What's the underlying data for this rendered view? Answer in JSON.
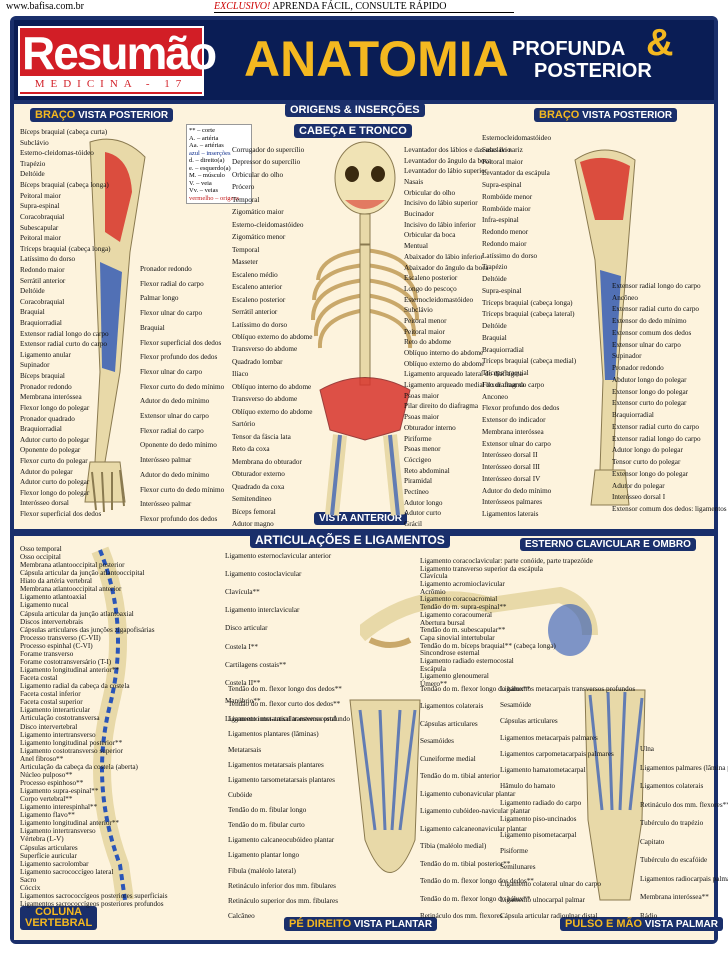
{
  "top": {
    "site": "www.bafisa.com.br",
    "exclusive": "EXCLUSIVO!",
    "slogan": " APRENDA FÁCIL, CONSULTE RÁPIDO"
  },
  "header": {
    "brand": "Resumão",
    "sub": "MEDICINA - 17",
    "title": "ANATOMIA",
    "sub1": "PROFUNDA",
    "amp": "&",
    "sub2": "POSTERIOR"
  },
  "tags": {
    "braco_post_a": "BRAÇO",
    "braco_post_b": " VISTA POSTERIOR",
    "origens": "ORIGENS & INSERÇÕES",
    "cabeca": "CABEÇA E TRONCO",
    "braco_post2_a": "BRAÇO",
    "braco_post2_b": " VISTA POSTERIOR",
    "vista_anterior": "VISTA ANTERIOR",
    "articulacoes": "ARTICULAÇÕES E LIGAMENTOS",
    "esterno": "ESTERNO CLAVICULAR E OMBRO",
    "coluna1": "COLUNA",
    "coluna2": "VERTEBRAL",
    "pe_a": "PÉ DIREITO",
    "pe_b": " VISTA PLANTAR",
    "pulso_a": "PULSO E MÃO",
    "pulso_b": " VISTA PALMAR"
  },
  "legend": [
    "** – corte",
    "A. – artéria",
    "Aa. – artérias",
    "azul – inserções",
    "d. – direito(a)",
    "e. – esquerdo(a)",
    "M. – músculo",
    "V. – veia",
    "Vv. – veias",
    "vermelho – origens"
  ],
  "labels": [
    "Bíceps braquial (cabeça curta)",
    "Subclávio",
    "Esterno-cleidomas-tóideo",
    "Trapézio",
    "Deltóide",
    "Bíceps braquial (cabeça longa)",
    "Peitoral maior",
    "Supra-espinal",
    "Coracobraquial",
    "Subescapular",
    "Peitoral maior",
    "Tríceps braquial (cabeça longa)",
    "Latíssimo do dorso",
    "Redondo maior",
    "Serrátil anterior",
    "Deltóide",
    "Coracobraquial",
    "Braquial",
    "Braquiorradial",
    "Extensor radial longo do carpo",
    "Extensor radial curto do carpo",
    "Ligamento anular",
    "Supinador",
    "Bíceps braquial",
    "Pronador redondo",
    "Membrana interóssea",
    "Flexor longo do polegar",
    "Pronador quadrado",
    "Braquiorradial",
    "Adutor curto do polegar",
    "Oponente do polegar",
    "Flexor curto do polegar",
    "Adutor do polegar",
    "Adutor curto do polegar",
    "Flexor longo do polegar",
    "Interósseo dorsal",
    "Flexor superficial dos dedos",
    "Pronador redondo",
    "Flexor radial do carpo",
    "Palmar longo",
    "Flexor ulnar do carpo",
    "Braquial",
    "Flexor superficial dos dedos",
    "Flexor profundo dos dedos",
    "Flexor ulnar do carpo",
    "Flexor curto do dedo mínimo",
    "Adutor do dedo mínimo",
    "Extensor ulnar do carpo",
    "Flexor radial do carpo",
    "Oponente do dedo mínimo",
    "Interósseo palmar",
    "Adutor do dedo mínimo",
    "Flexor curto do dedo mínimo",
    "Interósseo palmar",
    "Flexor profundo dos dedos",
    "Corrugador do supercílio",
    "Depressor do supercílio",
    "Orbicular do olho",
    "Prócero",
    "Temporal",
    "Zigomático maior",
    "Esterno-cleidomastóideo",
    "Zigomático menor",
    "Temporal",
    "Masseter",
    "Escaleno médio",
    "Escaleno anterior",
    "Escaleno posterior",
    "Serrátil anterior",
    "Latíssimo do dorso",
    "Oblíquo externo do abdome",
    "Transverso do abdome",
    "Quadrado lombar",
    "Ilíaco",
    "Oblíquo interno do abdome",
    "Transverso do abdome",
    "Oblíquo externo do abdome",
    "Sartório",
    "Tensor da fáscia lata",
    "Reto da coxa",
    "Membrana do obturador",
    "Obturador externo",
    "Quadrado da coxa",
    "Semitendíneo",
    "Bíceps femoral",
    "Adutor magno",
    "Levantador dos lábios e das asas do nariz",
    "Levantador do ângulo da boca",
    "Levantador do lábio superior",
    "Nasais",
    "Orbicular do olho",
    "Incisivo do lábio superior",
    "Bucinador",
    "Incisivo do lábio inferior",
    "Orbicular da boca",
    "Mentual",
    "Abaixador do lábio inferior",
    "Abaixador do ângulo da boca",
    "Escaleno posterior",
    "Longo do pescoço",
    "Esternocleidomastóideo",
    "Subclávio",
    "Peitoral menor",
    "Peitoral maior",
    "Reto do abdome",
    "Oblíquo interno do abdome",
    "Oblíquo externo do abdome",
    "Ligamento arqueado lateral do diafragma",
    "Ligamento arqueado medial do diafragma",
    "Psoas maior",
    "Pilar direito do diafragma",
    "Psoas maior",
    "Obturador interno",
    "Piriforme",
    "Psoas menor",
    "Cóccigeo",
    "Reto abdominal",
    "Piramidal",
    "Pectíneo",
    "Adutor longo",
    "Adutor curto",
    "Grácil",
    "Esternocleidomastóideo",
    "Subclávio",
    "Peitoral maior",
    "Levantador da escápula",
    "Supra-espinal",
    "Rombóide menor",
    "Rombóide maior",
    "Infra-espinal",
    "Redondo menor",
    "Redondo maior",
    "Latíssimo do dorso",
    "Trapézio",
    "Deltóide",
    "Supra-espinal",
    "Tríceps braquial (cabeça longa)",
    "Tríceps braquial (cabeça lateral)",
    "Deltóide",
    "Braquial",
    "Braquiorradial",
    "Tríceps braquial (cabeça medial)",
    "Tríceps braquial",
    "Flexor ulnar do carpo",
    "Anconeo",
    "Flexor profundo dos dedos",
    "Extensor do indicador",
    "Membrana interóssea",
    "Extensor ulnar do carpo",
    "Interósseo dorsal II",
    "Interósseo dorsal III",
    "Interósseo dorsal IV",
    "Adutor do dedo mínimo",
    "Interósseos palmares",
    "Ligamentos laterais",
    "Extensor radial longo do carpo",
    "Ancôneo",
    "Extensor radial curto do carpo",
    "Extensor do dedo mínimo",
    "Extensor comum dos dedos",
    "Extensor ulnar do carpo",
    "Supinador",
    "Pronador redondo",
    "Abdutor longo do polegar",
    "Extensor longo do polegar",
    "Extensor curto do polegar",
    "Braquiorradial",
    "Extensor radial curto do carpo",
    "Extensor radial longo do carpo",
    "Adutor longo do polegar",
    "Tensor curto do polegar",
    "Extensor longo do polegar",
    "Adutor do polegar",
    "Interósseo dorsal I",
    "Extensor comum dos dedos: ligamentos centrais",
    "Osso temporal",
    "Osso occipital",
    "Membrana atlantooccipital posterior",
    "Cápsula articular da junção atlantooccipital",
    "Hiato da artéria vertebral",
    "Membrana atlantooccipital anterior",
    "Ligamento atlantoaxial",
    "Ligamento nucal",
    "Cápsula articular da junção atlantoaxial",
    "Discos intervertebrais",
    "Cápsulas articulares das junções zigapofisárias",
    "Processo transverso (C-VII)",
    "Processo espinhal (C-VI)",
    "Forame transverso",
    "Forame costotransversário (T-I)",
    "Ligamento longitudinal anterior**",
    "Faceta costal",
    "Ligamento radial da cabeça da costela",
    "Faceta costal inferior",
    "Faceta costal superior",
    "Ligamento interarticular",
    "Articulação costotransversa",
    "Disco intervertebral",
    "Ligamento intertransverso",
    "Ligamento longitudinal posterior**",
    "Ligamento costotransverso superior",
    "Anel fibroso**",
    "Articulação da cabeça da costela (aberta)",
    "Núcleo pulposo**",
    "Processo espinhoso**",
    "Ligamento supra-espinal**",
    "Corpo vertebral**",
    "Ligamento interespinhal**",
    "Ligamento flavo**",
    "Ligamento longitudinal anterior**",
    "Ligamento intertransverso",
    "Vértebra (L-V)",
    "Cápsulas articulares",
    "Superfície auricular",
    "Ligamento sacrolombar",
    "Ligamento sacrococcígeo lateral",
    "Sacro",
    "Cóccix",
    "Ligamentos sacrococcígeos posteriores superficiais",
    "Ligamentos sacrococcígeos posteriores profundos",
    "Ligamento esternoclavicular anterior",
    "Ligamento costoclavicular",
    "Clavícula**",
    "Ligamento interclavicular",
    "Disco articular",
    "Costela I**",
    "Cartilagens costais**",
    "Costela II**",
    "Manúbrio**",
    "Ligamento intra-articular esternocostal",
    "Ligamento coracoclavicular: parte conóide, parte trapezóide",
    "Ligamento transverso superior da escápula",
    "Clavícula",
    "Ligamento acromioclavicular",
    "Acrômio",
    "Ligamento coracoacromial",
    "Tendão do m. supra-espinal**",
    "Ligamento coracoumeral",
    "Abertura bursal",
    "Tendão do m. subescapular**",
    "Capa sinovial intertubular",
    "Tendão do m. bíceps braquial** (cabeça longa)",
    "Sincondrose esternal",
    "Ligamento radiado esternocostal",
    "Escápula",
    "Ligamento glenoumeral",
    "Úmero**",
    "Tendão do m. flexor longo dos dedos**",
    "Tendão do m. flexor curto dos dedos**",
    "Ligamento metatarsal transverso profundo",
    "Ligamentos plantares (lâminas)",
    "Metatarsais",
    "Ligamentos metatarsais plantares",
    "Ligamento tarsometatarsais plantares",
    "Cubóide",
    "Tendão do m. fibular longo",
    "Tendão do m. fibular curto",
    "Ligamento calcaneocubóideo plantar",
    "Ligamento plantar longo",
    "Fíbula (maléolo lateral)",
    "Retináculo inferior dos mm. fibulares",
    "Retináculo superior dos mm. fibulares",
    "Calcâneo",
    "Tendão do m. flexor longo do hálux**",
    "Ligamentos colaterais",
    "Cápsulas articulares",
    "Sesamóides",
    "Cuneiforme medial",
    "Tendão do m. tibial anterior",
    "Ligamento cubonavicular plantar",
    "Ligamento cubóideo-navicular plantar",
    "Ligamento calcaneonavicular plantar",
    "Tíbia (maléolo medial)",
    "Tendão do m. tibial posterior**",
    "Tendão do m. flexor longo dos dedos**",
    "Tendão do m. flexor longo do hálux**",
    "Retináculo dos mm. flexores",
    "Ligamentos metacarpais transversos profundos",
    "Sesamóide",
    "Cápsulas articulares",
    "Ligamentos metacarpais palmares",
    "Ligamentos carpometacarpais palmares",
    "Ligamento hamatometacarpal",
    "Hâmulo do hamato",
    "Ligamento radiado do carpo",
    "Ligamento piso-uncinados",
    "Ligamento pisometacarpal",
    "Pisiforme",
    "Semilunares",
    "Ligamento colateral ulnar do carpo",
    "Ligamento ulnocarpal palmar",
    "Cápsula articular radioulnar distal",
    "Ulna",
    "Ligamentos palmares (lâmina palmar)",
    "Ligamentos colaterais",
    "Retináculo dos mm. flexores**",
    "Tubérculo do trapézio",
    "Capitato",
    "Tubérculo do escafóide",
    "Ligamentos radiocarpais palmares",
    "Membrana interóssea**",
    "Rádio"
  ]
}
